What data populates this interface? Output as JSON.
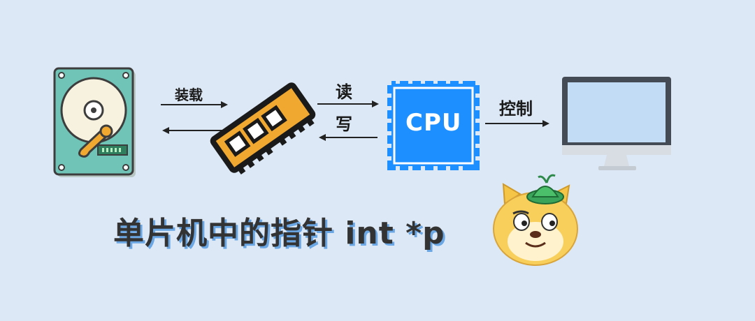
{
  "labels": {
    "load": "装载",
    "read": "读",
    "write": "写",
    "control": "控制",
    "cpu": "CPU"
  },
  "title": "单片机中的指针 int *p",
  "colors": {
    "background": "#dce8f5",
    "cpu_blue": "#1e8fff",
    "disk_teal": "#6fc4b7",
    "title_shadow": "#6aa7e4"
  },
  "icons": [
    "hard-disk-icon",
    "memory-stick-icon",
    "cpu-chip-icon",
    "monitor-icon",
    "doge-mascot-icon"
  ]
}
